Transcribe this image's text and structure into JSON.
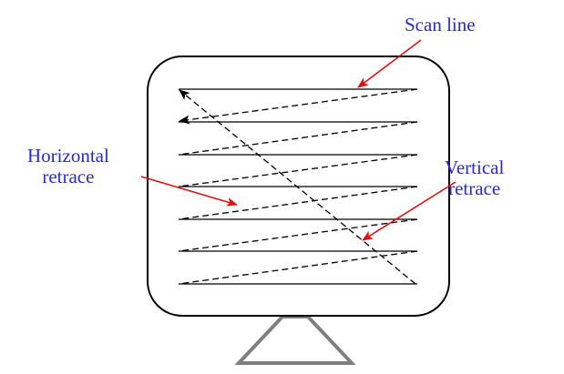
{
  "labels": {
    "scan_line": "Scan line",
    "horizontal_retrace": [
      "Horizontal",
      "retrace"
    ],
    "vertical_retrace": [
      "Vertical",
      "retrace"
    ]
  },
  "colors": {
    "label_text": "#2a2ad0",
    "pointer_arrow": "#e01010",
    "scan_lines": "#000000",
    "monitor_outline": "#000000",
    "stand": "#7f7f7f"
  },
  "raster": {
    "scan_line_count": 7,
    "horizontal_retrace_count": 6,
    "vertical_retrace_count": 1
  }
}
